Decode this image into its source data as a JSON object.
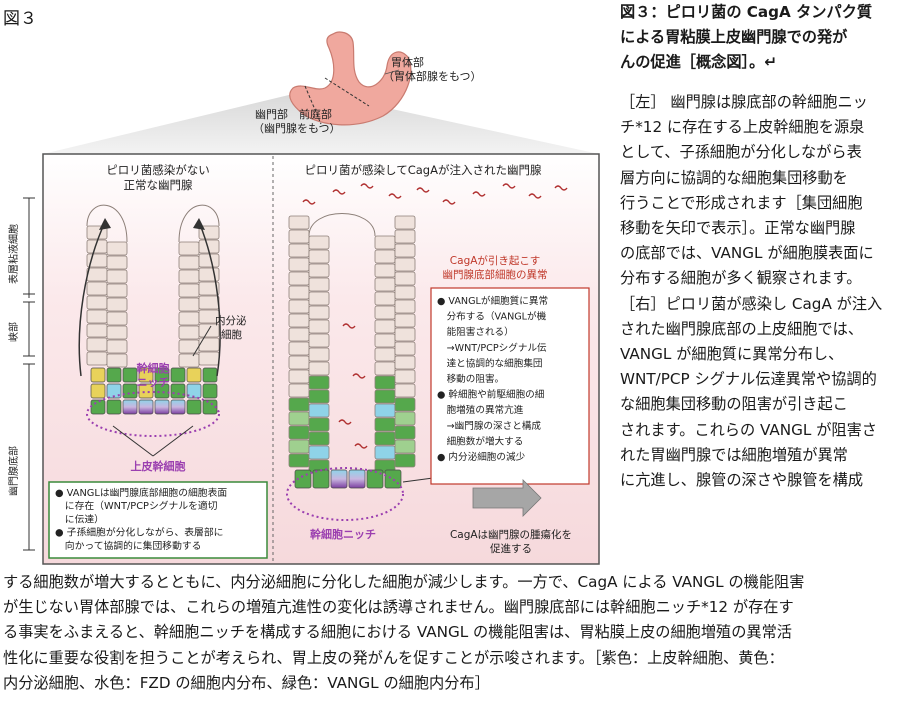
{
  "figure_label": "図３",
  "caption_title_lines": [
    "図３：ピロリ菌の CagA タンパク質",
    "による胃粘膜上皮幽門腺での発が",
    "んの促進［概念図］。↵"
  ],
  "caption_right_lines": [
    "［左］ 幽門腺は腺底部の幹細胞ニッ",
    "チ*12 に存在する上皮幹細胞を源泉",
    "として、子孫細胞が分化しながら表",
    "層方向に協調的な細胞集団移動を",
    "行うことで形成されます［集団細胞",
    "移動を矢印で表示］。正常な幽門腺",
    "の底部では、VANGL が細胞膜表面に",
    "分布する細胞が多く観察されます。",
    "［右］ピロリ菌が感染し CagA が注入",
    "された幽門腺底部の上皮細胞では、",
    "VANGL が細胞質に異常分布し、",
    "WNT/PCP シグナル伝達異常や協調的",
    "な細胞集団移動の阻害が引き起こ",
    "されます。これらの VANGL が阻害さ",
    "れた胃幽門腺では細胞増殖が異常",
    "に亢進し、腺管の深さや腺管を構成"
  ],
  "caption_full_lines": [
    "する細胞数が増大するとともに、内分泌細胞に分化した細胞が減少します。一方で、CagA による VANGL の機能阻害",
    "が生じない胃体部腺では、これらの増殖亢進性の変化は誘導されません。幽門腺底部には幹細胞ニッチ*12 が存在す",
    "る事実をふまえると、幹細胞ニッチを構成する細胞における VANGL の機能阻害は、胃粘膜上皮の細胞増殖の異常活",
    "性化に重要な役割を担うことが考えられ、胃上皮の発がんを促すことが示唆されます。［紫色：上皮幹細胞、黄色：",
    "内分泌細胞、水色：FZD の細胞内分布、緑色：VANGL の細胞内分布］"
  ],
  "figure": {
    "stomach_label_body": "胃体部",
    "stomach_label_body_sub": "（胃体部腺をもつ）",
    "stomach_label_pylorus": "幽門部　前庭部",
    "stomach_label_pylorus_sub": "（幽門腺をもつ）",
    "left_title_1": "ピロリ菌感染がない",
    "left_title_2": "正常な幽門腺",
    "right_title": "ピロリ菌が感染してCagAが注入された幽門腺",
    "axis_surface": "表層粘液細胞",
    "axis_isthmus": "峡部",
    "axis_base": "幽門腺底部",
    "endocrine_label_1": "内分泌",
    "endocrine_label_2": "細胞",
    "stem_niche_left_1": "幹細胞",
    "stem_niche_left_2": "ニッチ",
    "stem_cell_label": "上皮幹細胞",
    "stem_niche_right": "幹細胞ニッチ",
    "left_note": [
      "● VANGLは幽門腺底部細胞の細胞表面",
      "　に存在（WNT/PCPシグナルを適切",
      "　に伝達）",
      "● 子孫細胞が分化しながら、表層部に",
      "　向かって協調的に集団移動する"
    ],
    "abnormal_title_1": "CagAが引き起こす",
    "abnormal_title_2": "幽門腺底部細胞の異常",
    "abnormal_items": [
      "● VANGLが細胞質に異常",
      "　分布する（VANGLが機",
      "　能阻害される）",
      "　→WNT/PCPシグナル伝",
      "　達と協調的な細胞集団",
      "　移動の阻害。",
      "● 幹細胞や前駆細胞の細",
      "　胞増殖の異常亢進",
      "　→幽門腺の深さと構成",
      "　細胞数が増大する",
      "● 内分泌細胞の減少"
    ],
    "result_1": "CagAは幽門腺の腫瘍化を",
    "result_2": "促進する"
  },
  "colors": {
    "panel_bg": "#fbe9eb",
    "cell": "#efe2dc",
    "stem": "#7b3fa0",
    "endocrine": "#e8d25a",
    "fzd": "#8fd3e8",
    "vangl": "#55a84c",
    "abnormal_red": "#c0392b",
    "note_green": "#3a8a3a"
  }
}
